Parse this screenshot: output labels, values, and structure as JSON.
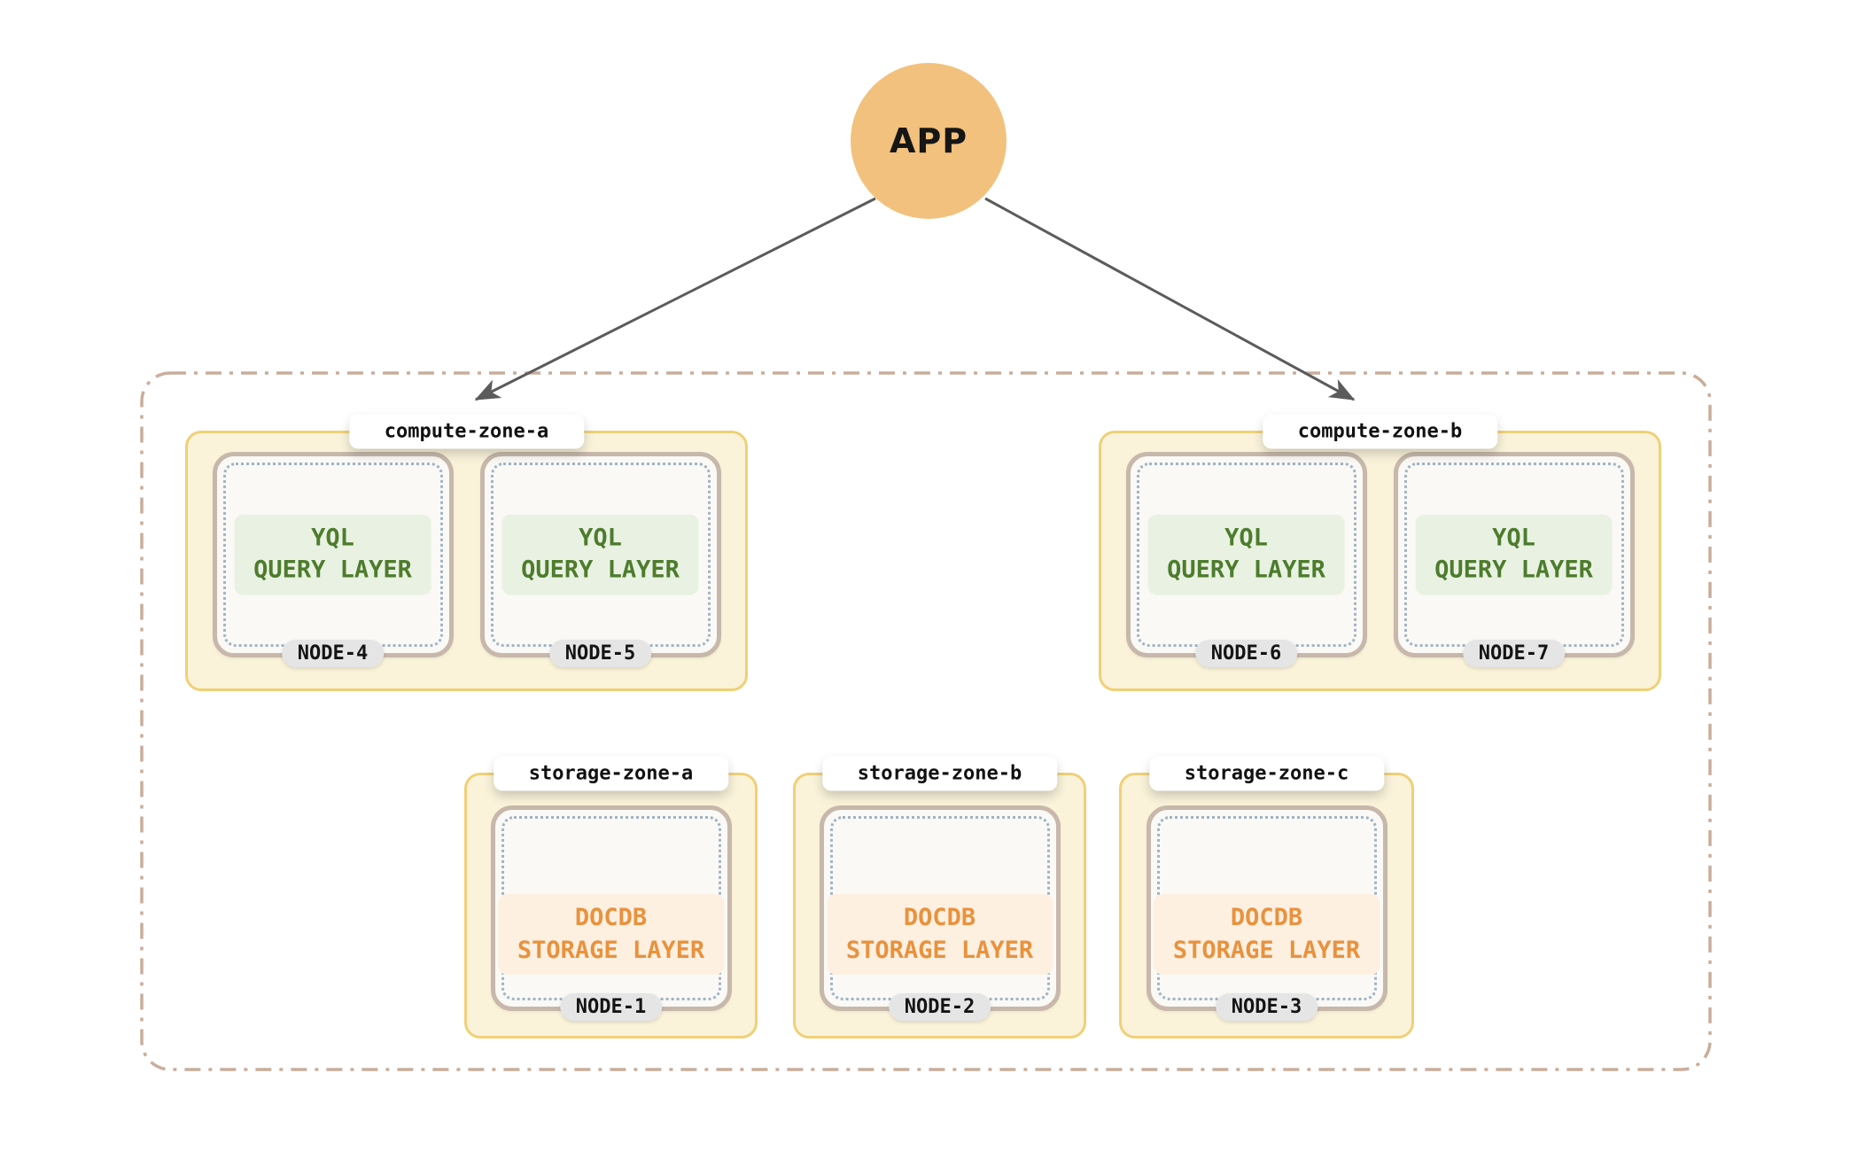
{
  "app": {
    "label": "APP"
  },
  "colors": {
    "app_circle": "#f2c17d",
    "arrow": "#5b5b5b",
    "cluster_border": "#c9ad9b",
    "zone_fill": "#faf3da",
    "zone_border": "#f0d077",
    "node_fill": "#faf9f5",
    "node_border": "#c7b8ab",
    "node_dots": "#9fb3c6",
    "query_layer_text": "#4d7c2d",
    "query_layer_fill": "#e9f2e2",
    "storage_layer_text": "#e8923e",
    "storage_layer_fill": "#fdf0e1",
    "badge_fill": "#e5e5e5",
    "label_text": "#111111"
  },
  "zones": {
    "compute": [
      {
        "label": "compute-zone-a",
        "nodes": [
          {
            "name": "NODE-4",
            "layer": [
              "YQL",
              "QUERY LAYER"
            ]
          },
          {
            "name": "NODE-5",
            "layer": [
              "YQL",
              "QUERY LAYER"
            ]
          }
        ]
      },
      {
        "label": "compute-zone-b",
        "nodes": [
          {
            "name": "NODE-6",
            "layer": [
              "YQL",
              "QUERY LAYER"
            ]
          },
          {
            "name": "NODE-7",
            "layer": [
              "YQL",
              "QUERY LAYER"
            ]
          }
        ]
      }
    ],
    "storage": [
      {
        "label": "storage-zone-a",
        "nodes": [
          {
            "name": "NODE-1",
            "layer": [
              "DOCDB",
              "STORAGE LAYER"
            ]
          }
        ]
      },
      {
        "label": "storage-zone-b",
        "nodes": [
          {
            "name": "NODE-2",
            "layer": [
              "DOCDB",
              "STORAGE LAYER"
            ]
          }
        ]
      },
      {
        "label": "storage-zone-c",
        "nodes": [
          {
            "name": "NODE-3",
            "layer": [
              "DOCDB",
              "STORAGE LAYER"
            ]
          }
        ]
      }
    ]
  }
}
